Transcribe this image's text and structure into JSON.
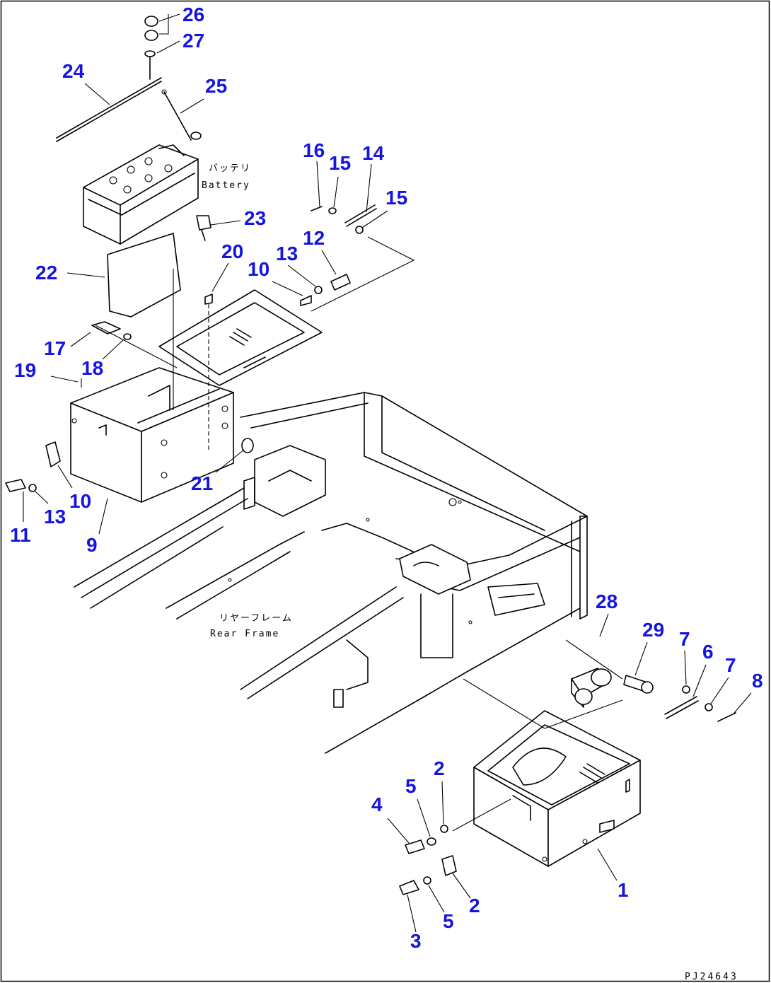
{
  "callouts": [
    {
      "label": "26"
    },
    {
      "label": "27"
    },
    {
      "label": "24"
    },
    {
      "label": "25"
    },
    {
      "label": "16"
    },
    {
      "label": "15"
    },
    {
      "label": "14"
    },
    {
      "label": "15"
    },
    {
      "label": "23"
    },
    {
      "label": "20"
    },
    {
      "label": "13"
    },
    {
      "label": "12"
    },
    {
      "label": "10"
    },
    {
      "label": "22"
    },
    {
      "label": "17"
    },
    {
      "label": "18"
    },
    {
      "label": "19"
    },
    {
      "label": "21"
    },
    {
      "label": "11"
    },
    {
      "label": "13"
    },
    {
      "label": "10"
    },
    {
      "label": "9"
    },
    {
      "label": "28"
    },
    {
      "label": "29"
    },
    {
      "label": "7"
    },
    {
      "label": "6"
    },
    {
      "label": "7"
    },
    {
      "label": "8"
    },
    {
      "label": "2"
    },
    {
      "label": "5"
    },
    {
      "label": "4"
    },
    {
      "label": "2"
    },
    {
      "label": "5"
    },
    {
      "label": "3"
    },
    {
      "label": "1"
    }
  ],
  "annotations": {
    "battery_jp": "バッテリ",
    "battery_en": "Battery",
    "rear_frame_jp": "リヤーフレーム",
    "rear_frame_en": "Rear Frame"
  },
  "drawing_number": "PJ24643",
  "colors": {
    "callout": "#1515e0",
    "line": "#000000",
    "border": "#000000"
  }
}
